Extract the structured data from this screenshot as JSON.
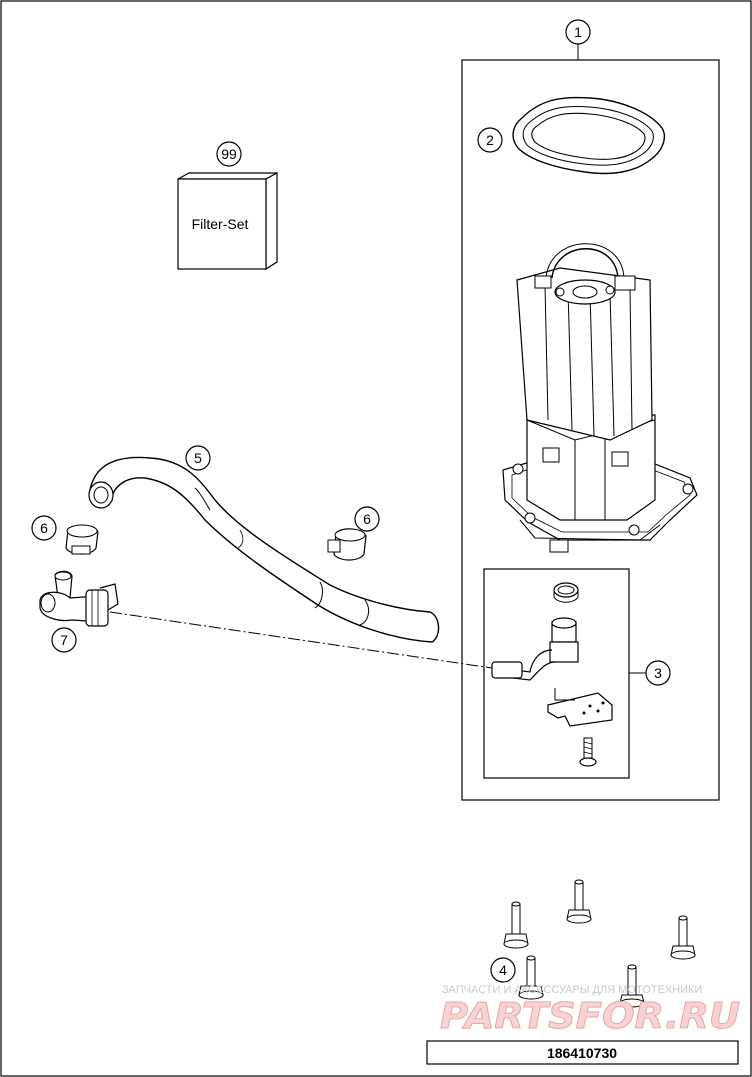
{
  "callouts": {
    "c1": "1",
    "c2": "2",
    "c3": "3",
    "c4": "4",
    "c5": "5",
    "c6a": "6",
    "c6b": "6",
    "c7": "7",
    "c99": "99"
  },
  "filter_set": {
    "label": "Filter-Set"
  },
  "footer": {
    "part_number": "186410730"
  },
  "watermark": {
    "top_text": "ЗАПЧАСТИ И АКСЕССУАРЫ ДЛЯ МОТОТЕХНИКИ",
    "brand_text": "PARTSFOR.RU"
  },
  "colors": {
    "line": "#000000",
    "fill_light": "#f2f2f2",
    "fill_mid": "#d9d9d9",
    "watermark_red": "#e9a7a7"
  }
}
